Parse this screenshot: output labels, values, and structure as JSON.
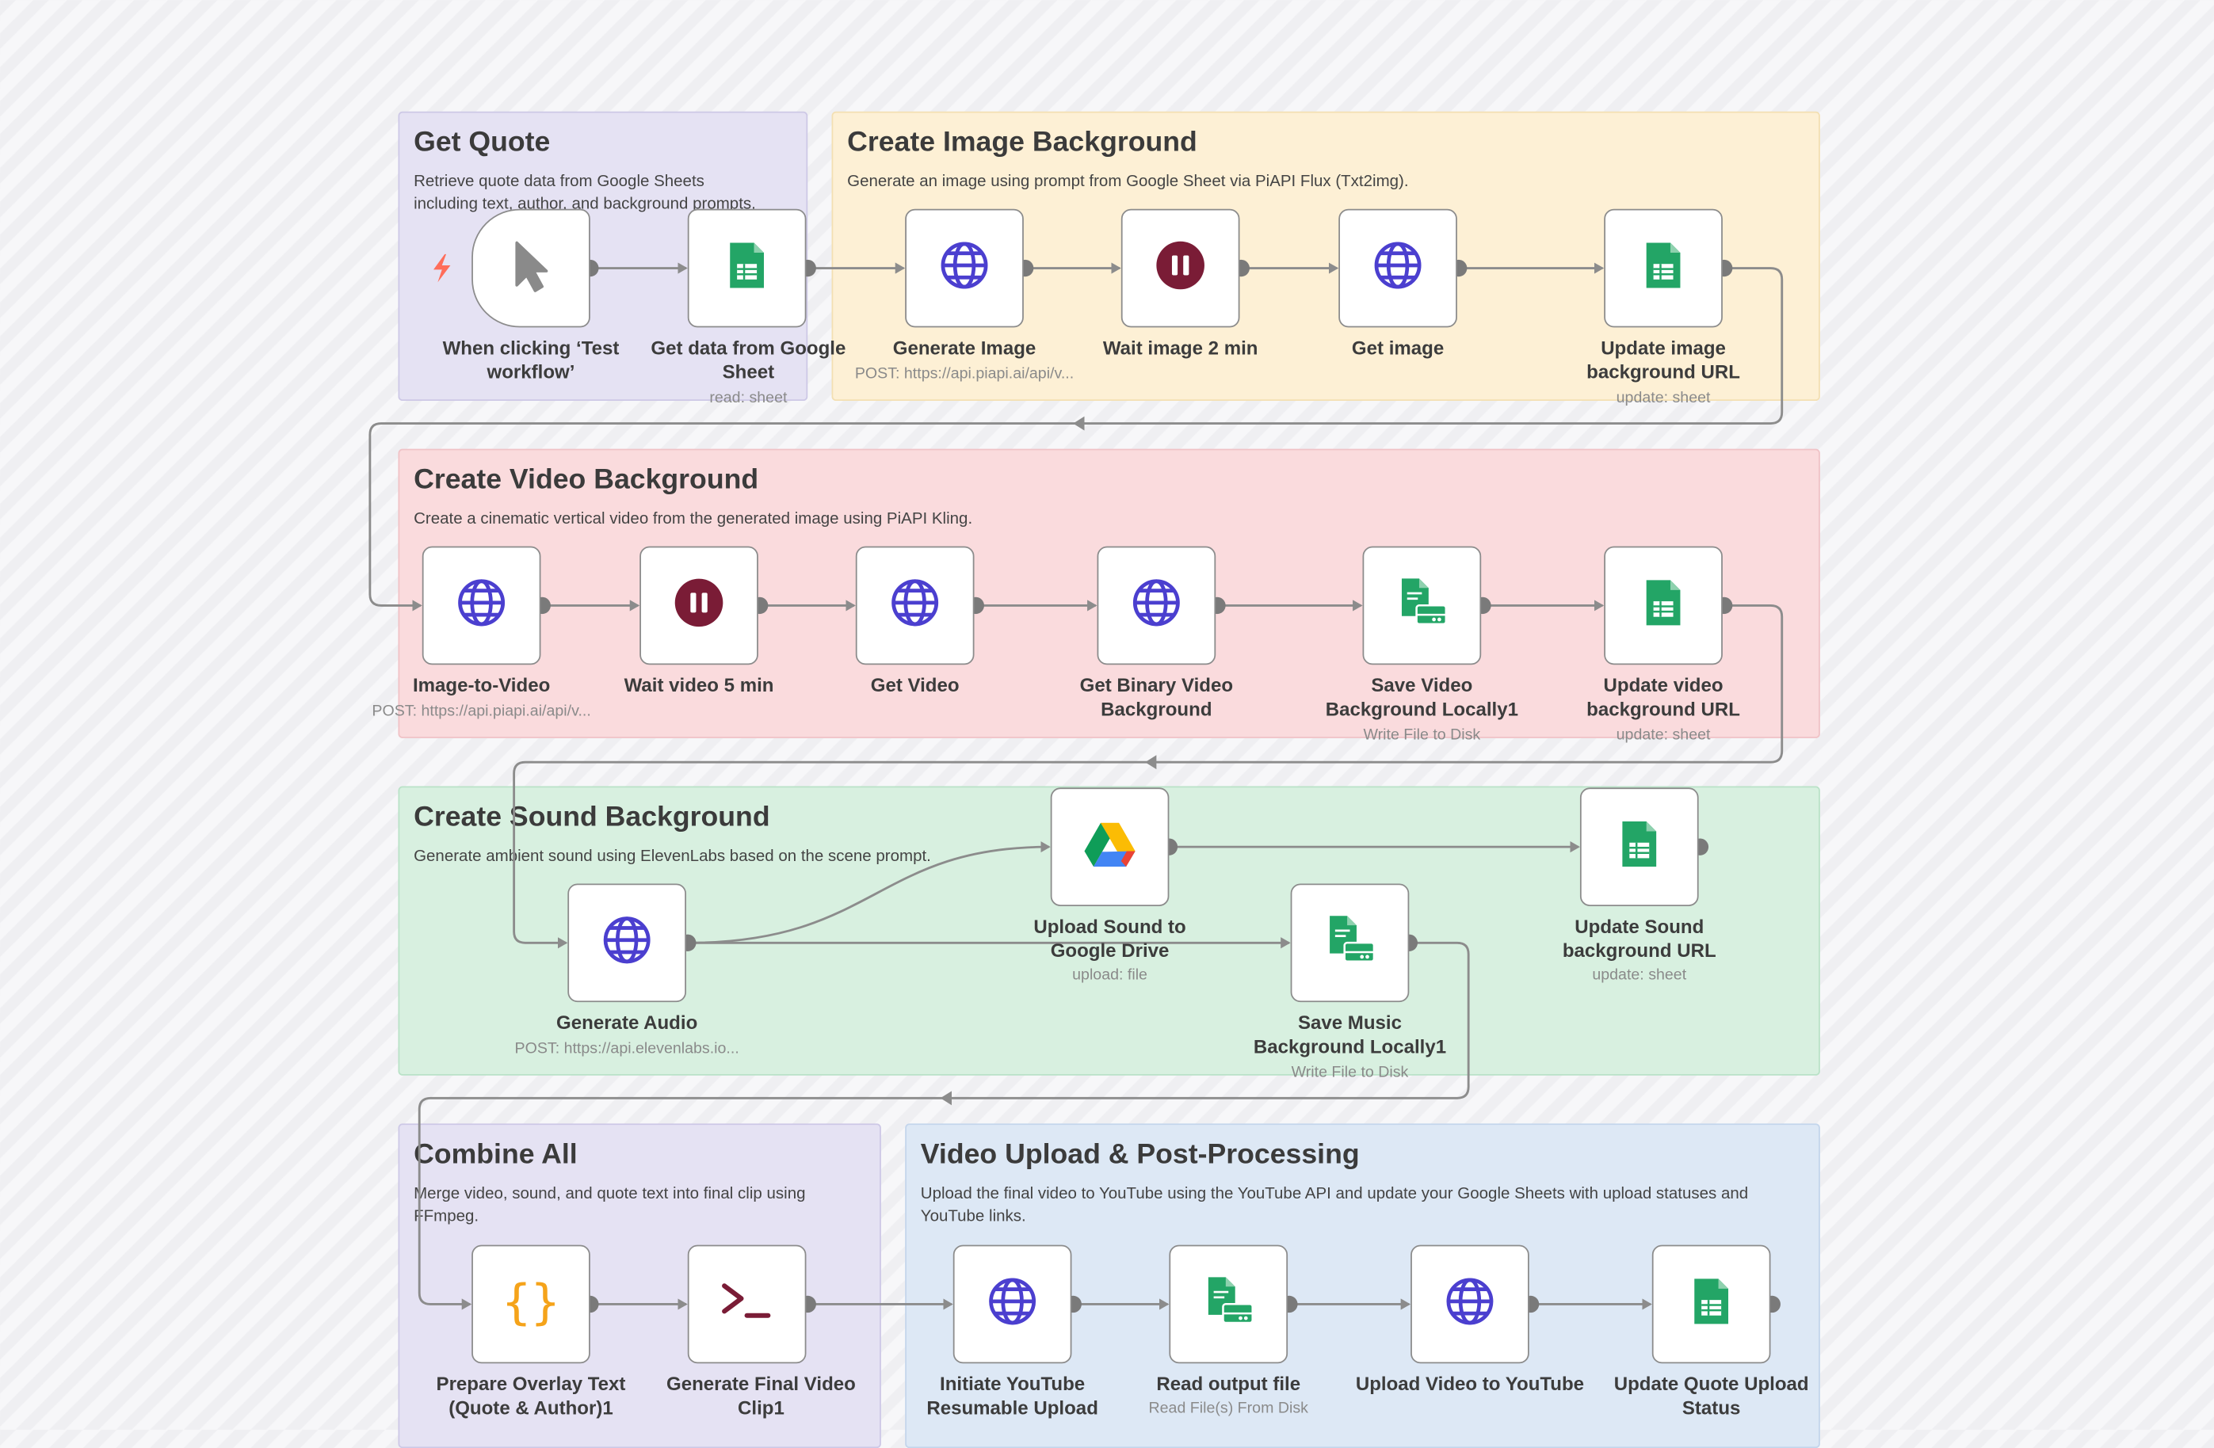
{
  "colors": {
    "accent": "#ff6d5a",
    "sheets_green": "#23a566",
    "globe_blue": "#4b3fcf",
    "wait_maroon": "#7a1c36",
    "code_orange": "#f5a31a",
    "wire": "#8c8c8c"
  },
  "stickies": [
    {
      "title": "Get Quote",
      "description": "Retrieve quote data from Google Sheets including text, author, and background prompts.",
      "color": "purple"
    },
    {
      "title": "Create Image Background",
      "description": "Generate an image using prompt from Google Sheet via PiAPI Flux (Txt2img).",
      "color": "yellow"
    },
    {
      "title": "Create Video Background",
      "description": "Create a cinematic vertical video from the generated image using PiAPI Kling.",
      "color": "red"
    },
    {
      "title": "Create Sound Background",
      "description": "Generate ambient sound using ElevenLabs based on the scene prompt.",
      "color": "green"
    },
    {
      "title": "Combine All",
      "description": "Merge video, sound, and quote text into final clip using FFmpeg.",
      "color": "purple"
    },
    {
      "title": "Video Upload & Post-Processing",
      "description": "Upload the final video to YouTube using the YouTube API and update your Google Sheets with upload statuses and YouTube links.",
      "color": "blue"
    }
  ],
  "nodes": [
    {
      "name": "When clicking ‘Test workflow’",
      "subtitle": "",
      "icon": "cursor-icon"
    },
    {
      "name": "Get data from Google Sheet",
      "subtitle": "read: sheet",
      "icon": "google-sheets-icon"
    },
    {
      "name": "Generate Image",
      "subtitle": "POST: https://api.piapi.ai/api/v...",
      "icon": "globe-icon"
    },
    {
      "name": "Wait image 2 min",
      "subtitle": "",
      "icon": "pause-icon"
    },
    {
      "name": "Get image",
      "subtitle": "",
      "icon": "globe-icon"
    },
    {
      "name": "Update image background URL",
      "subtitle": "update: sheet",
      "icon": "google-sheets-icon"
    },
    {
      "name": "Image-to-Video",
      "subtitle": "POST: https://api.piapi.ai/api/v...",
      "icon": "globe-icon"
    },
    {
      "name": "Wait video 5 min",
      "subtitle": "",
      "icon": "pause-icon"
    },
    {
      "name": "Get Video",
      "subtitle": "",
      "icon": "globe-icon"
    },
    {
      "name": "Get Binary Video Background",
      "subtitle": "",
      "icon": "globe-icon"
    },
    {
      "name": "Save Video Background Locally1",
      "subtitle": "Write File to Disk",
      "icon": "file-disk-icon"
    },
    {
      "name": "Update video background URL",
      "subtitle": "update: sheet",
      "icon": "google-sheets-icon"
    },
    {
      "name": "Generate Audio",
      "subtitle": "POST: https://api.elevenlabs.io...",
      "icon": "globe-icon"
    },
    {
      "name": "Upload Sound to Google Drive",
      "subtitle": "upload: file",
      "icon": "google-drive-icon"
    },
    {
      "name": "Save Music Background Locally1",
      "subtitle": "Write File to Disk",
      "icon": "file-disk-icon"
    },
    {
      "name": "Update Sound background URL",
      "subtitle": "update: sheet",
      "icon": "google-sheets-icon"
    },
    {
      "name": "Prepare Overlay Text (Quote & Author)1",
      "subtitle": "",
      "icon": "code-braces-icon"
    },
    {
      "name": "Generate Final Video Clip1",
      "subtitle": "",
      "icon": "terminal-icon"
    },
    {
      "name": "Initiate YouTube Resumable Upload",
      "subtitle": "",
      "icon": "globe-icon"
    },
    {
      "name": "Read output file",
      "subtitle": "Read File(s) From Disk",
      "icon": "file-disk-icon"
    },
    {
      "name": "Upload Video to YouTube",
      "subtitle": "",
      "icon": "globe-icon"
    },
    {
      "name": "Update Quote Upload Status",
      "subtitle": "",
      "icon": "google-sheets-icon"
    }
  ]
}
